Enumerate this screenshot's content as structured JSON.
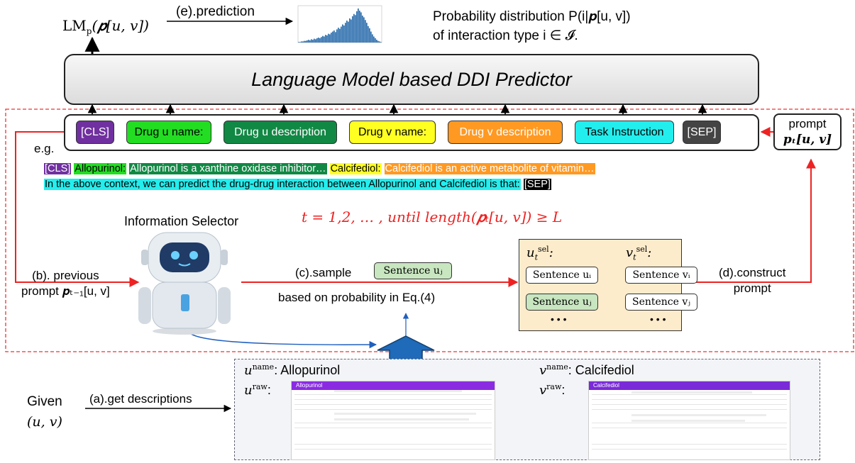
{
  "top": {
    "lm_output": "LM",
    "lm_sub": "p",
    "lm_arg": "(𝒑[u, v])",
    "prediction_label": "(e).prediction",
    "prob_line1": "Probability distribution P(i|𝒑[u, v])",
    "prob_line2": "of interaction type i ∈ 𝓘.",
    "histogram_values": [
      1,
      1,
      2,
      2,
      3,
      3,
      4,
      5,
      4,
      6,
      5,
      7,
      6,
      8,
      9,
      8,
      10,
      12,
      11,
      14,
      13,
      16,
      15,
      18,
      20,
      22,
      19,
      24,
      27,
      25,
      29,
      33,
      31,
      36,
      40,
      38,
      44,
      42,
      48,
      52,
      50,
      57,
      62,
      58,
      55,
      49,
      46,
      41,
      36,
      30,
      26,
      20,
      15,
      11,
      8,
      5,
      3,
      2,
      1
    ]
  },
  "predictor": {
    "title": "Language Model based  DDI Predictor"
  },
  "tokens": [
    {
      "label": "[CLS]",
      "bg": "#7030a0",
      "fg": "#ffffff"
    },
    {
      "label": "Drug u name:",
      "bg": "#22dd22",
      "fg": "#000000"
    },
    {
      "label": "Drug u description",
      "bg": "#118844",
      "fg": "#ffffff"
    },
    {
      "label": "Drug v name:",
      "bg": "#ffff22",
      "fg": "#000000"
    },
    {
      "label": "Drug v description",
      "bg": "#ff9922",
      "fg": "#ffffff"
    },
    {
      "label": "Task Instruction",
      "bg": "#22eeee",
      "fg": "#000000"
    },
    {
      "label": "[SEP]",
      "bg": "#444444",
      "fg": "#ffffff"
    }
  ],
  "eg_label": "e.g.",
  "prompt_box": {
    "line1": "prompt",
    "line2": "𝒑ₜ[u, v]"
  },
  "example": {
    "cls": "[CLS]",
    "u_name": "Allopurinol:",
    "u_desc": "Allopurinol is a xanthine oxidase inhibitor…",
    "v_name": "Calcifediol:",
    "v_desc": "Calcifediol is an active metabolite of vitamin…",
    "instruction": "In the above context, we can predict the drug-drug interaction between Allopurinol and Calcifediol is that:",
    "sep": "[SEP]"
  },
  "loop_text": "t = 1,2, … , until length(𝒑ₜ[u, v]) ≥ L",
  "selector_label": "Information Selector",
  "previous_label": {
    "line1": "(b). previous",
    "line2": "prompt 𝒑ₜ₋₁[u, v]"
  },
  "sample": {
    "label": "(c).sample",
    "sentence": "Sentence uⱼ",
    "sub": "based on probability in Eq.(4)"
  },
  "selection": {
    "u_head": "u",
    "v_head": "v",
    "sup": "sel",
    "sub": "t",
    "u_sentences": [
      "Sentence uᵢ",
      "Sentence uⱼ"
    ],
    "v_sentences": [
      "Sentence vᵢ",
      "Sentence vⱼ"
    ],
    "dots": "• • •"
  },
  "construct_label": {
    "line1": "(d).construct",
    "line2": "prompt"
  },
  "given": {
    "line1": "Given",
    "line2": "(u, v)",
    "arrow_label": "(a).get descriptions"
  },
  "drugs": {
    "u_name_label": "u",
    "u_name": ": Allopurinol",
    "v_name_label": "v",
    "v_name": ": Calcifediol",
    "name_sup": "name",
    "raw_sup": "raw",
    "raw_colon": ":",
    "u_page_title": "Allopurinol",
    "v_page_title": "Calcifediol"
  },
  "colors": {
    "dashed_border": "#ee3333",
    "red_arrow": "#ee2222",
    "blue_arrow": "#1f5fbf",
    "hist": "#2e6fad",
    "selection_bg": "#fdeccb"
  }
}
